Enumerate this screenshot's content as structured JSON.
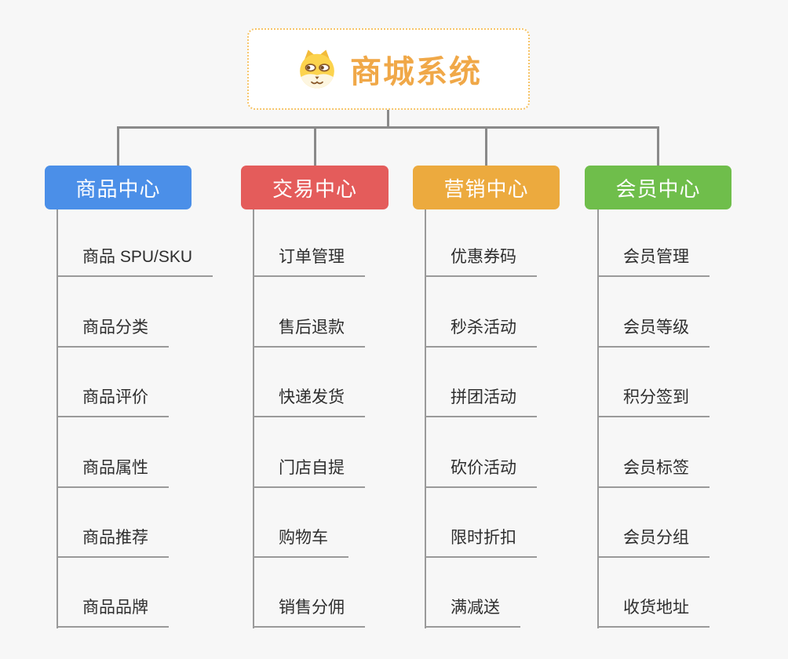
{
  "root": {
    "title": "商城系统",
    "icon": "dog-face-icon",
    "text_color": "#f0a848",
    "border_color": "#f6c468"
  },
  "branches": [
    {
      "label": "商品中心",
      "color": "#4b8fe8",
      "children": [
        "商品 SPU/SKU",
        "商品分类",
        "商品评价",
        "商品属性",
        "商品推荐",
        "商品品牌"
      ]
    },
    {
      "label": "交易中心",
      "color": "#e45c5b",
      "children": [
        "订单管理",
        "售后退款",
        "快递发货",
        "门店自提",
        "购物车",
        "销售分佣"
      ]
    },
    {
      "label": "营销中心",
      "color": "#ecaa3e",
      "children": [
        "优惠券码",
        "秒杀活动",
        "拼团活动",
        "砍价活动",
        "限时折扣",
        "满减送"
      ]
    },
    {
      "label": "会员中心",
      "color": "#6fbe4b",
      "children": [
        "会员管理",
        "会员等级",
        "积分签到",
        "会员标签",
        "会员分组",
        "收货地址"
      ]
    }
  ],
  "colors": {
    "page_background": "#f7f7f7",
    "connector": "#8a8a8a",
    "leaf_line": "#9a9a9a",
    "leaf_text": "#2e2e2e"
  }
}
